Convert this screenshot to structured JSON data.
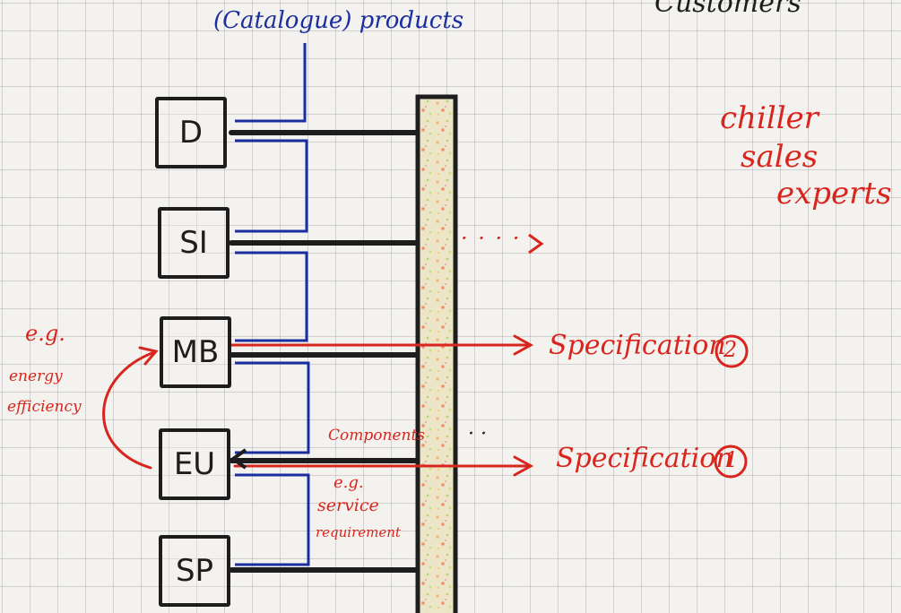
{
  "header": {
    "top_label": "(Catalogue) products",
    "corner_label": "Customers"
  },
  "sales_experts": [
    "chiller",
    "sales",
    "experts"
  ],
  "nodes": [
    {
      "id": "d",
      "label": "D"
    },
    {
      "id": "si",
      "label": "SI"
    },
    {
      "id": "mb",
      "label": "MB"
    },
    {
      "id": "eu",
      "label": "EU"
    },
    {
      "id": "sp",
      "label": "SP"
    }
  ],
  "annotations": {
    "eg_top": "e.g.",
    "energy": "energy",
    "efficiency": "efficiency",
    "components": "Components",
    "eg_service": "e.g.",
    "service": "service",
    "requirement": "requirement",
    "ellipsis_si": "· · · ·",
    "ellipsis_eu": "· ·"
  },
  "specs": {
    "spec2_text": "Specification",
    "spec2_num": "2",
    "spec1_text": "Specification",
    "spec1_num": "1"
  },
  "colors": {
    "ink": "#1d1d1d",
    "blue": "#1a2ea0",
    "red": "#d8261e",
    "paper": "#f4f2ee",
    "grid": "#9a9aa4"
  }
}
